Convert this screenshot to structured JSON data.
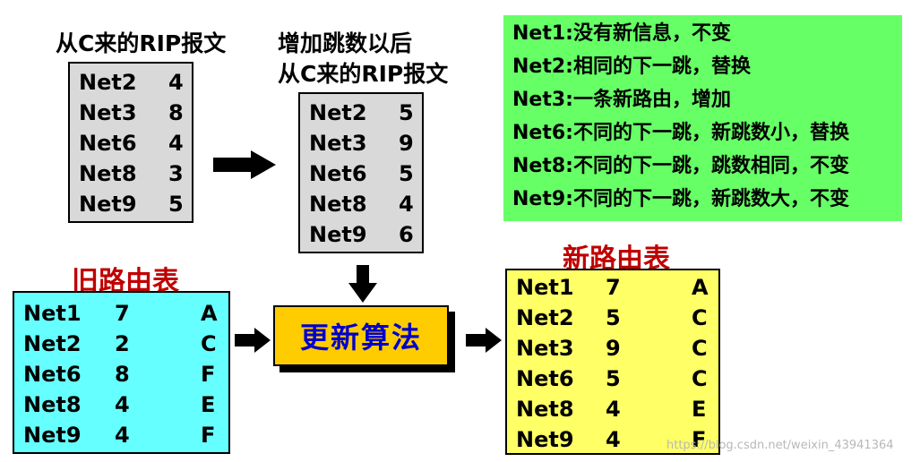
{
  "rip_message": {
    "caption": "从C来的RIP报文",
    "rows": [
      {
        "net": "Net2",
        "hops": "4"
      },
      {
        "net": "Net3",
        "hops": "8"
      },
      {
        "net": "Net6",
        "hops": "4"
      },
      {
        "net": "Net8",
        "hops": "3"
      },
      {
        "net": "Net9",
        "hops": "5"
      }
    ]
  },
  "incremented_message": {
    "caption_line1": "增加跳数以后",
    "caption_line2": "从C来的RIP报文",
    "rows": [
      {
        "net": "Net2",
        "hops": "5"
      },
      {
        "net": "Net3",
        "hops": "9"
      },
      {
        "net": "Net6",
        "hops": "5"
      },
      {
        "net": "Net8",
        "hops": "4"
      },
      {
        "net": "Net9",
        "hops": "6"
      }
    ]
  },
  "rules": [
    "Net1:没有新信息，不变",
    "Net2:相同的下一跳，替换",
    "Net3:一条新路由，增加",
    "Net6:不同的下一跳，新跳数小，替换",
    "Net8:不同的下一跳，跳数相同，不变",
    "Net9:不同的下一跳，新跳数大，不变"
  ],
  "old_table": {
    "title": "旧路由表",
    "rows": [
      {
        "net": "Net1",
        "hops": "7",
        "next": "A"
      },
      {
        "net": "Net2",
        "hops": "2",
        "next": "C"
      },
      {
        "net": "Net6",
        "hops": "8",
        "next": "F"
      },
      {
        "net": "Net8",
        "hops": "4",
        "next": "E"
      },
      {
        "net": "Net9",
        "hops": "4",
        "next": "F"
      }
    ]
  },
  "algorithm": {
    "label": "更新算法"
  },
  "new_table": {
    "title": "新路由表",
    "rows": [
      {
        "net": "Net1",
        "hops": "7",
        "next": "A"
      },
      {
        "net": "Net2",
        "hops": "5",
        "next": "C"
      },
      {
        "net": "Net3",
        "hops": "9",
        "next": "C"
      },
      {
        "net": "Net6",
        "hops": "5",
        "next": "C"
      },
      {
        "net": "Net8",
        "hops": "4",
        "next": "E"
      },
      {
        "net": "Net9",
        "hops": "4",
        "next": "F"
      }
    ]
  },
  "watermark": "https://blog.csdn.net/weixin_43941364",
  "colors": {
    "gray_box": "#d9d9d9",
    "cyan_box": "#66ffff",
    "yellow_box": "#ffff66",
    "green_box": "#66ff66",
    "algo_fill": "#ffcc00",
    "algo_text": "#0000cc",
    "title_red": "#c00000"
  }
}
